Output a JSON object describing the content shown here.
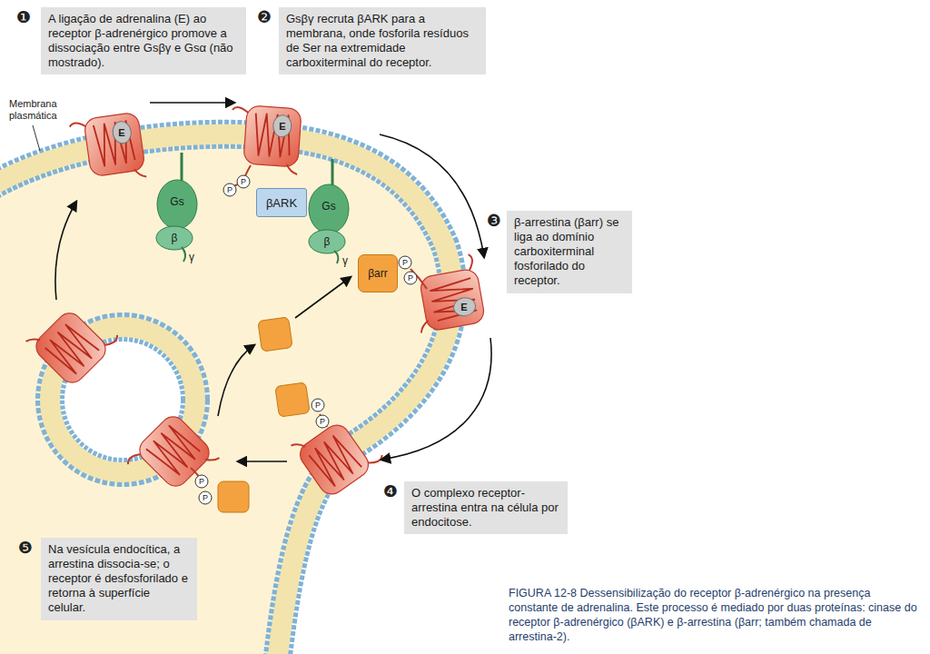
{
  "diagram": {
    "caption": "FIGURA 12-8 Dessensibilização do receptor β-adrenérgico na presença constante de adrenalina. Este processo é mediado por duas proteínas: cinase do receptor β-adrenérgico (βARK) e β-arrestina (βarr; também chamada de arrestina-2).",
    "nodes": [
      {
        "text": [
          "A ligação de adrenalina (E) ao receptor β-adrenérgico promove a dissociação entre Gsβγ e Gsα (não mostrado)."
        ]
      },
      {
        "text": [
          "Gsβγ recruta βARK para a membrana, onde fosforila resíduos de Ser na extremidade carboxiterminal do receptor."
        ]
      },
      {
        "text": [
          "β-arrestina (βarr) se liga ao domínio carboxiterminal fosforilado do receptor."
        ]
      },
      {
        "text": [
          "O complexo receptor-arrestina entra na célula por endocitose."
        ]
      },
      {
        "text": [
          "Na vesícula endocítica, a arrestina dissocia-se; o receptor é desfosforilado e retorna à superfície celular."
        ]
      },
      {
        "text": [
          "βARK"
        ]
      },
      {
        "text": [
          "βarr"
        ]
      }
    ],
    "labels": [
      "❶",
      "❷",
      "❸",
      "❹",
      "❺",
      "Membrana plasmática",
      "E",
      "E",
      "E",
      "Gs",
      "β",
      "γ",
      "Gs",
      "β",
      "γ",
      "P",
      "P",
      "P",
      "P",
      "P",
      "P",
      "P",
      "P"
    ]
  }
}
